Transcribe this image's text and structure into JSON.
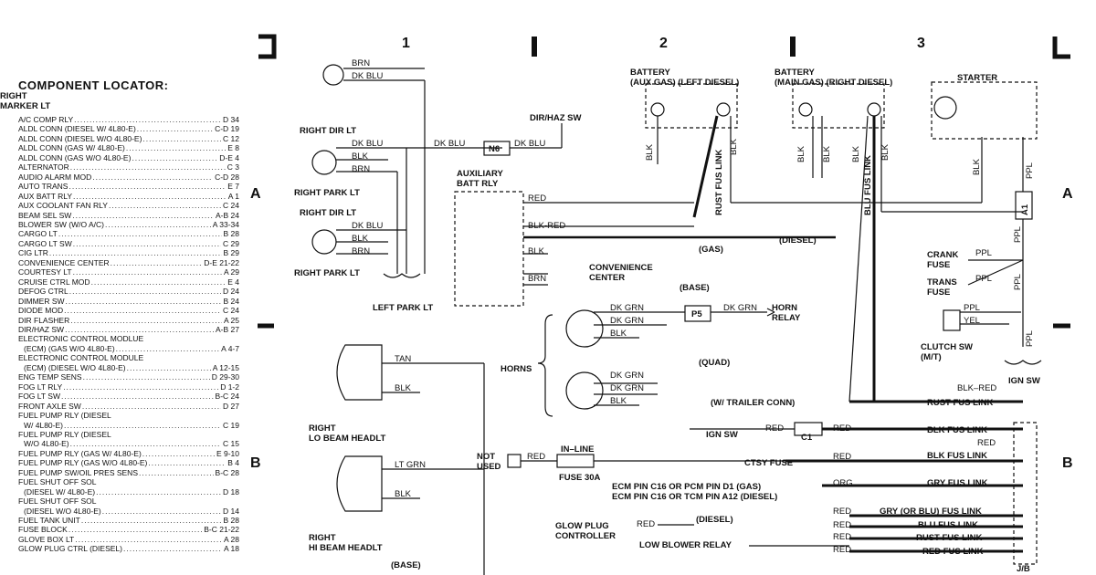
{
  "locator": {
    "title": "COMPONENT LOCATOR:",
    "rows": [
      {
        "name": "A/C COMP RLY",
        "grid": "D 34"
      },
      {
        "name": "ALDL CONN (DIESEL W/ 4L80-E)",
        "grid": "C-D 19"
      },
      {
        "name": "ALDL CONN (DIESEL W/O 4L80-E)",
        "grid": "C 12"
      },
      {
        "name": "ALDL CONN (GAS W/ 4L80-E)",
        "grid": "E 8"
      },
      {
        "name": "ALDL CONN (GAS W/O 4L80-E)",
        "grid": "D-E 4"
      },
      {
        "name": "ALTERNATOR",
        "grid": "C 3"
      },
      {
        "name": "AUDIO ALARM MOD",
        "grid": "C-D 28"
      },
      {
        "name": "AUTO TRANS",
        "grid": "E 7"
      },
      {
        "name": "AUX BATT RLY",
        "grid": "A 1"
      },
      {
        "name": "AUX COOLANT FAN RLY",
        "grid": "C 24"
      },
      {
        "name": "BEAM SEL SW",
        "grid": "A-B 24"
      },
      {
        "name": "BLOWER SW (W/O A/C)",
        "grid": "A 33-34"
      },
      {
        "name": "CARGO LT",
        "grid": "B 28"
      },
      {
        "name": "CARGO LT SW",
        "grid": "C 29"
      },
      {
        "name": "CIG LTR",
        "grid": "B 29"
      },
      {
        "name": "CONVENIENCE CENTER",
        "grid": "D-E 21-22"
      },
      {
        "name": "COURTESY LT",
        "grid": "A 29"
      },
      {
        "name": "CRUISE CTRL MOD",
        "grid": "E 4"
      },
      {
        "name": "DEFOG CTRL",
        "grid": "D 24"
      },
      {
        "name": "DIMMER SW",
        "grid": "B 24"
      },
      {
        "name": "DIODE MOD",
        "grid": "C 24"
      },
      {
        "name": "DIR FLASHER",
        "grid": "A 25"
      },
      {
        "name": "DIR/HAZ SW",
        "grid": "A-B 27"
      },
      {
        "name": "ELECTRONIC CONTROL MODLUE",
        "cont": "(ECM) (GAS W/O 4L80-E)",
        "grid": "A 4-7"
      },
      {
        "name": "ELECTRONIC CONTROL MODULE",
        "cont": "(ECM) (DIESEL W/O 4L80-E)",
        "grid": "A 12-15"
      },
      {
        "name": "ENG TEMP SENS",
        "grid": "D 29-30"
      },
      {
        "name": "FOG LT RLY",
        "grid": "D 1-2"
      },
      {
        "name": "FOG LT SW",
        "grid": "B-C 24"
      },
      {
        "name": "FRONT AXLE SW",
        "grid": "D 27"
      },
      {
        "name": "FUEL PUMP RLY (DIESEL",
        "cont": "W/ 4L80-E)",
        "grid": "C 19"
      },
      {
        "name": "FUEL PUMP RLY (DIESEL",
        "cont": "W/O 4L80-E)",
        "grid": "C 15"
      },
      {
        "name": "FUEL PUMP RLY (GAS W/ 4L80-E)",
        "grid": "E 9-10"
      },
      {
        "name": "FUEL PUMP RLY (GAS W/O 4L80-E)",
        "grid": "B 4"
      },
      {
        "name": "FUEL PUMP SW/OIL PRES SENS",
        "grid": "B-C 28"
      },
      {
        "name": "FUEL SHUT OFF SOL",
        "cont": "(DIESEL W/ 4L80-E)",
        "grid": "D 18"
      },
      {
        "name": "FUEL SHUT OFF SOL",
        "cont": "(DIESEL W/O 4L80-E)",
        "grid": "D 14"
      },
      {
        "name": "FUEL TANK UNIT",
        "grid": "B 28"
      },
      {
        "name": "FUSE BLOCK",
        "grid": "B-C 21-22"
      },
      {
        "name": "GLOVE BOX LT",
        "grid": "A 28"
      },
      {
        "name": "GLOW PLUG CTRL (DIESEL)",
        "grid": "A 18"
      }
    ]
  },
  "grid": {
    "cols": [
      "1",
      "2",
      "3"
    ],
    "rows": [
      "A",
      "B"
    ]
  },
  "labels": {
    "brn": "BRN",
    "dk_blu": "DK BLU",
    "blk": "BLK",
    "red": "RED",
    "tan": "TAN",
    "lt_grn": "LT GRN",
    "dk_grn": "DK GRN",
    "ppl": "PPL",
    "yel": "YEL",
    "org": "ORG",
    "blk_red": "BLK-RED",
    "blk_red2": "BLK–RED",
    "right_marker_lt": "RIGHT\nMARKER LT",
    "right_dir_lt": "RIGHT DIR LT",
    "right_park_lt": "RIGHT PARK LT",
    "left_park_lt": "LEFT PARK LT",
    "dir_haz_sw": "DIR/HAZ SW",
    "n6": "N6",
    "aux_batt_rly": "AUXILIARY\nBATT RLY",
    "convenience_center": "CONVENIENCE\nCENTER",
    "battery_aux": "BATTERY\n(AUX GAS) (LEFT DIESEL)",
    "battery_main": "BATTERY\n(MAIN GAS) (RIGHT DIESEL)",
    "starter": "STARTER",
    "rust_fus_link": "RUST FUS LINK",
    "blu_fus_link": "BLU FUS LINK",
    "gas": "(GAS)",
    "diesel": "(DIESEL)",
    "base": "(BASE)",
    "quad": "(QUAD)",
    "horns": "HORNS",
    "p5": "P5",
    "horn_relay": "HORN\nRELAY",
    "a1": "A1",
    "crank_fuse": "CRANK\nFUSE",
    "trans_fuse": "TRANS\nFUSE",
    "clutch_sw": "CLUTCH SW\n(M/T)",
    "ign_sw": "IGN SW",
    "rust_fus_link_h": "RUST FUS LINK",
    "w_trailer": "(W/ TRAILER CONN)",
    "c1": "C1",
    "blk_fus_link": "BLK FUS LINK",
    "ctsy_fuse": "CTSY FUSE",
    "gry_fus_link": "GRY FUS LINK",
    "ecm_pin": "ECM PIN C16 OR PCM PIN D1 (GAS)\nECM PIN C16 OR TCM PIN A12 (DIESEL)",
    "gry_or_blu": "GRY (OR BLU) FUS LINK",
    "blu_fus_link_h": "BLU FUS LINK",
    "red_fus_link": "RED FUS LINK",
    "glow_plug": "GLOW PLUG\nCONTROLLER",
    "low_blower": "LOW BLOWER RELAY",
    "jb": "J/B",
    "right_lo": "RIGHT\nLO BEAM HEADLT",
    "right_hi": "RIGHT\nHI BEAM HEADLT",
    "not_used": "NOT\nUSED",
    "in_line": "IN–LINE",
    "fuse_30a": "FUSE 30A"
  }
}
